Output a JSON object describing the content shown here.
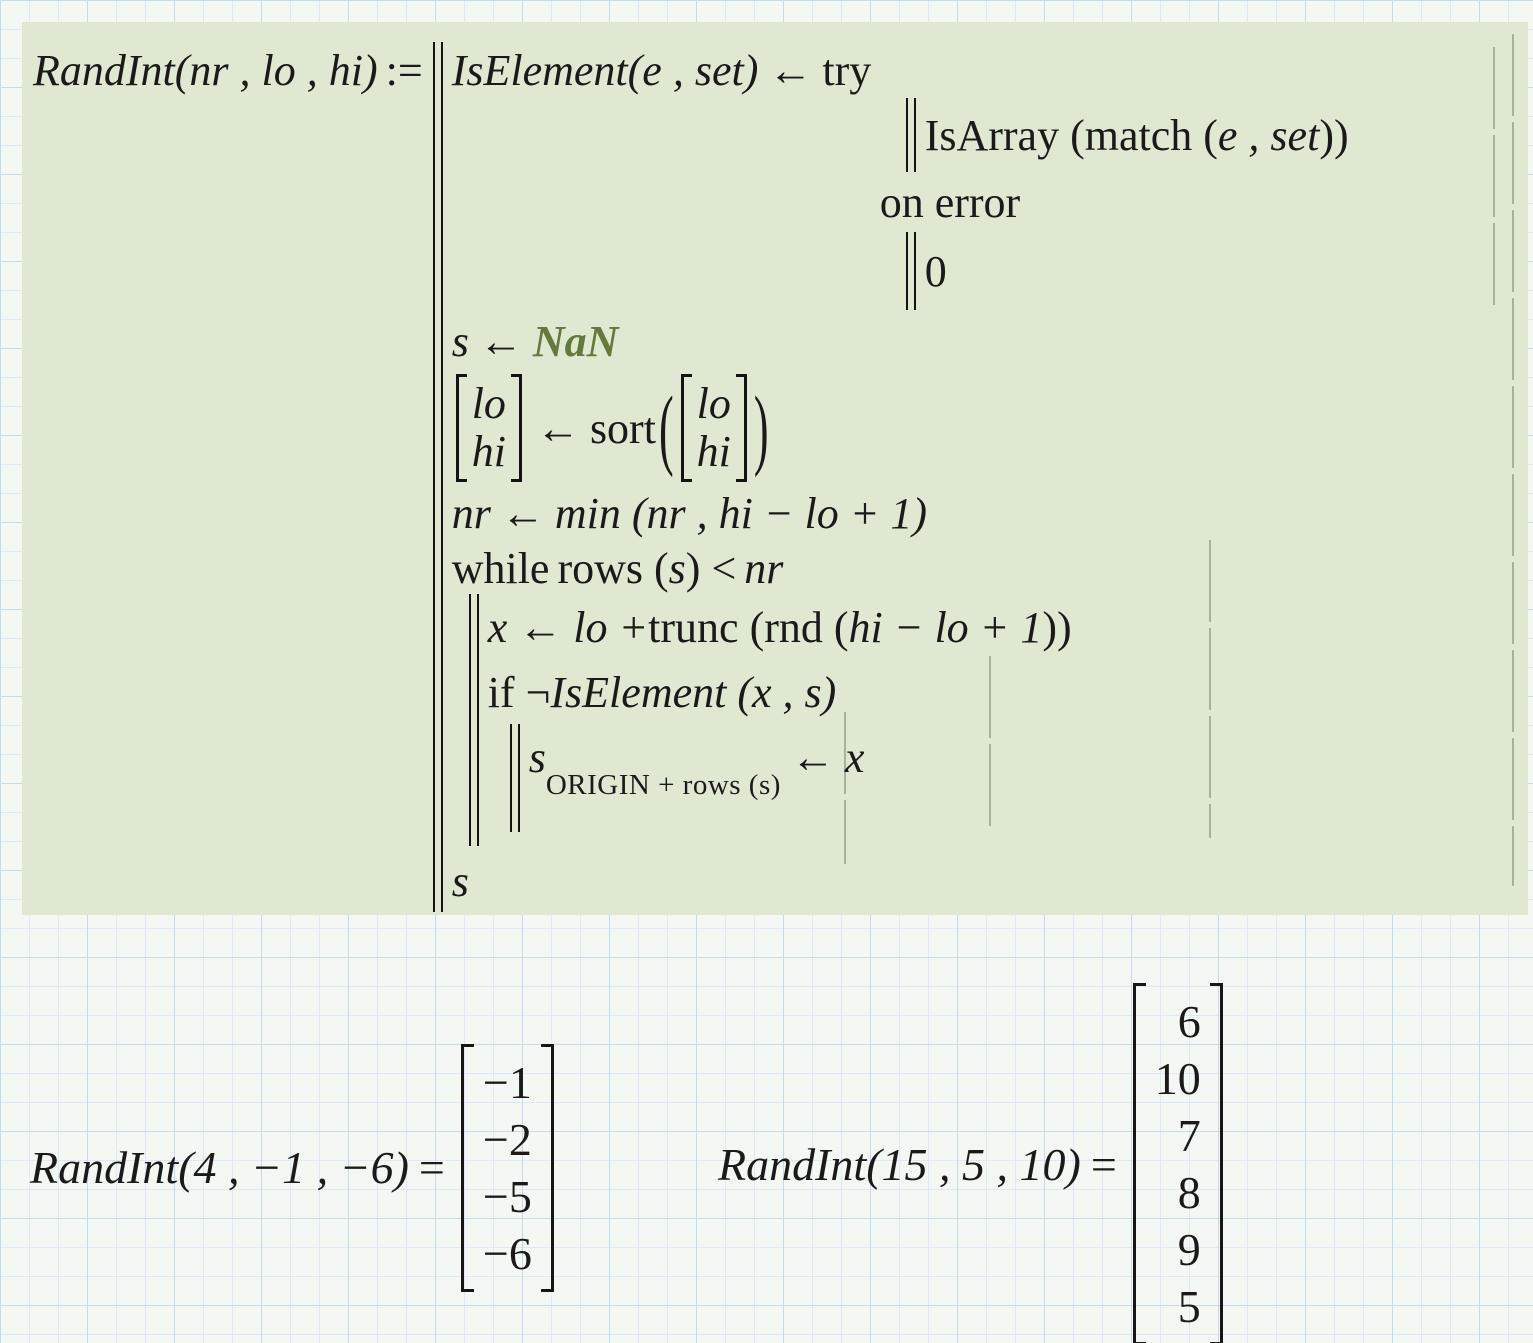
{
  "colors": {
    "page_background": "#f4f8f3",
    "grid_minor": "#dde9f8",
    "grid_major": "#c3daf1",
    "region_highlight": "#dfe9d2",
    "text": "#1a1a1a",
    "nan_keyword": "#64793c",
    "guide_rule": "#768670"
  },
  "program": {
    "name": "RandInt",
    "args": "(nr , lo , hi)",
    "assign": ":=",
    "line_iselement": {
      "fn": "IsElement",
      "fn_args": "(e , set)",
      "arrow": "←",
      "kw": "try"
    },
    "try_block": {
      "pre": "IsArray (match (",
      "vars": "e , set",
      "close": "))",
      "on_error": "on error",
      "fallback": "0"
    },
    "line_nan": {
      "var": "s",
      "arrow": "←",
      "value": "NaN"
    },
    "line_sort": {
      "row1": "lo",
      "row2": "hi",
      "arrow": "←",
      "fn": "sort",
      "paren_open": "(",
      "paren_close": ")"
    },
    "line_min": {
      "var": "nr",
      "arrow": "←",
      "expr": "min (nr , hi − lo + 1)"
    },
    "line_while": {
      "kw": "while",
      "fn": "rows (",
      "arg": "s",
      "cmp": ") <",
      "rhs": "nr"
    },
    "line_x": {
      "lhs": "x ← lo + ",
      "fns": "trunc (rnd (",
      "inner": "hi − lo + 1",
      "close": "))"
    },
    "line_if": {
      "kw": "if ¬",
      "expr": "IsElement (x , s)"
    },
    "line_sub": {
      "base": "s",
      "sub": "ORIGIN + rows (s)",
      "arrow": "←",
      "rhs": "x"
    },
    "line_return": "s"
  },
  "results": [
    {
      "name": "RandInt",
      "args": "(4 , −1 , −6)",
      "eq": "=",
      "values": [
        "−1",
        "−2",
        "−5",
        "−6"
      ]
    },
    {
      "name": "RandInt",
      "args": "(15 , 5 , 10)",
      "eq": "=",
      "values": [
        "6",
        "10",
        "7",
        "8",
        "9",
        "5"
      ]
    }
  ]
}
